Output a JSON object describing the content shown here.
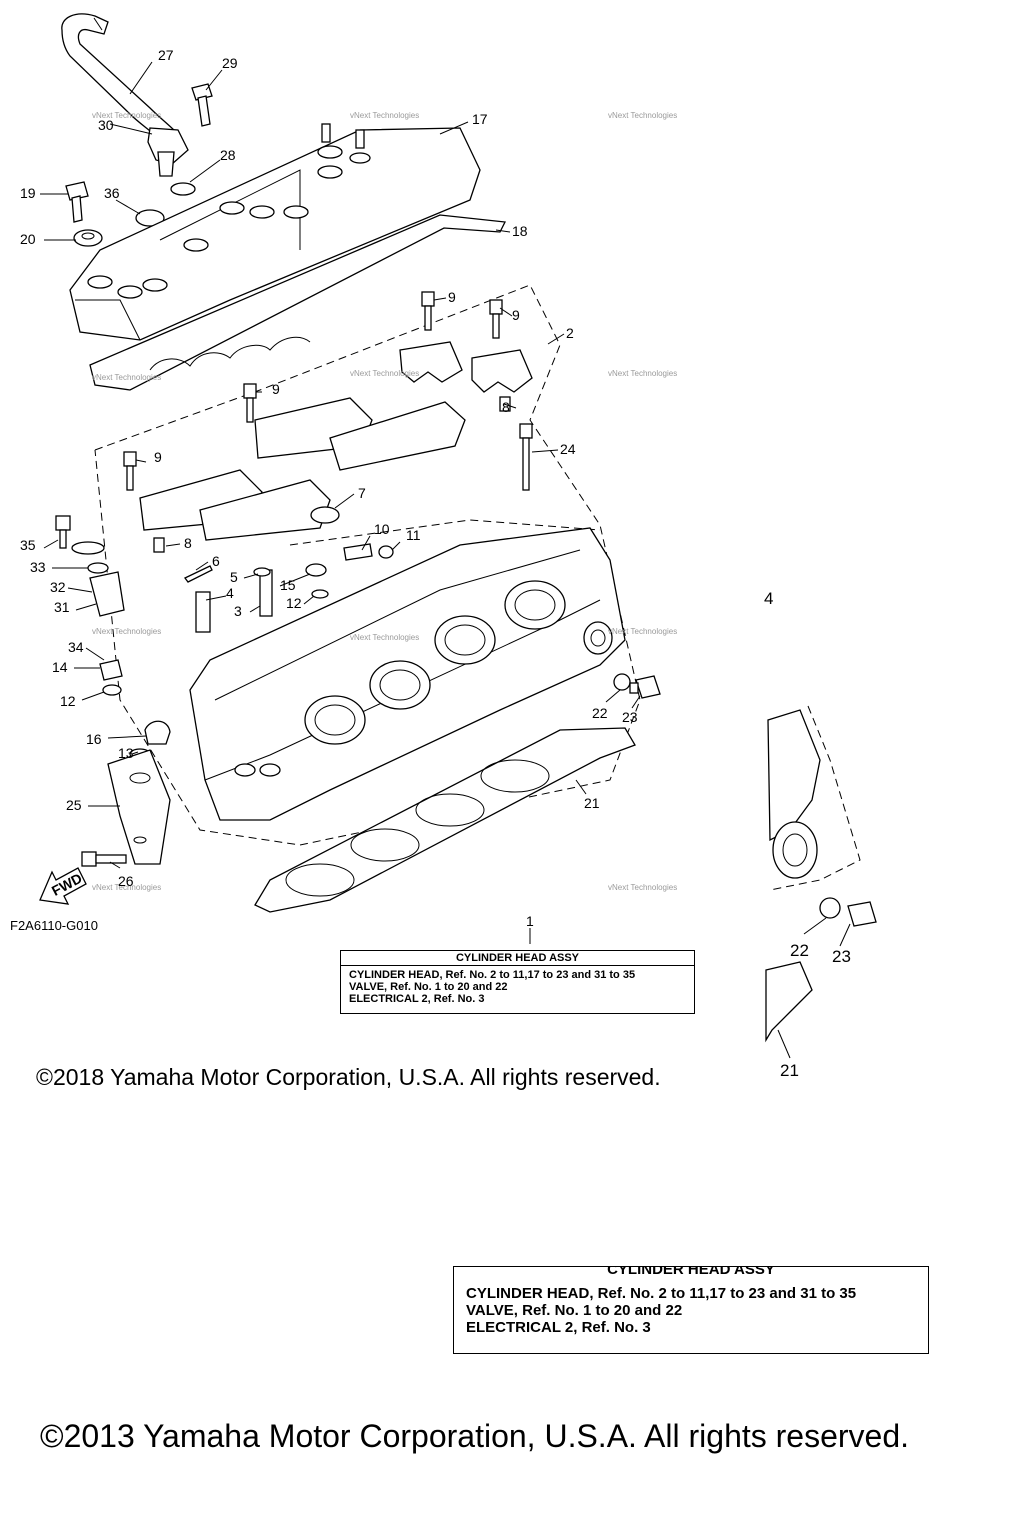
{
  "diagram_code": "F2A6110-G010",
  "fwd_label": "FWD",
  "watermark": "vNext Technologies",
  "callouts": {
    "c1": "1",
    "c2": "2",
    "c3": "3",
    "c4": "4",
    "c5": "5",
    "c6": "6",
    "c7": "7",
    "c8a": "8",
    "c8b": "8",
    "c9a": "9",
    "c9b": "9",
    "c9c": "9",
    "c9d": "9",
    "c10": "10",
    "c11": "11",
    "c12a": "12",
    "c12b": "12",
    "c13": "13",
    "c14": "14",
    "c15": "15",
    "c16": "16",
    "c17": "17",
    "c18": "18",
    "c19": "19",
    "c20": "20",
    "c21": "21",
    "c22": "22",
    "c23": "23",
    "c24": "24",
    "c25": "25",
    "c26": "26",
    "c27": "27",
    "c28": "28",
    "c29": "29",
    "c30": "30",
    "c31": "31",
    "c32": "32",
    "c33": "33",
    "c34": "34",
    "c35": "35",
    "c36": "36",
    "c22b": "22",
    "c23b": "23",
    "c21b": "21",
    "c4b": "4"
  },
  "assy_box_upper": {
    "title": "CYLINDER HEAD ASSY",
    "lines": [
      "CYLINDER HEAD, Ref. No. 2 to 11,17 to 23 and 31 to 35",
      "VALVE, Ref. No. 1 to 20 and 22",
      "ELECTRICAL 2, Ref. No. 3"
    ]
  },
  "assy_box_lower": {
    "title": "CYLINDER HEAD ASSY",
    "lines": [
      "CYLINDER HEAD, Ref. No. 2 to 11,17 to 23 and 31 to 35",
      "VALVE, Ref. No. 1 to 20 and 22",
      "ELECTRICAL 2, Ref. No. 3"
    ]
  },
  "copyright_2018": "©2018 Yamaha Motor Corporation, U.S.A. All rights reserved.",
  "copyright_2013": "©2013 Yamaha Motor Corporation, U.S.A. All rights reserved."
}
